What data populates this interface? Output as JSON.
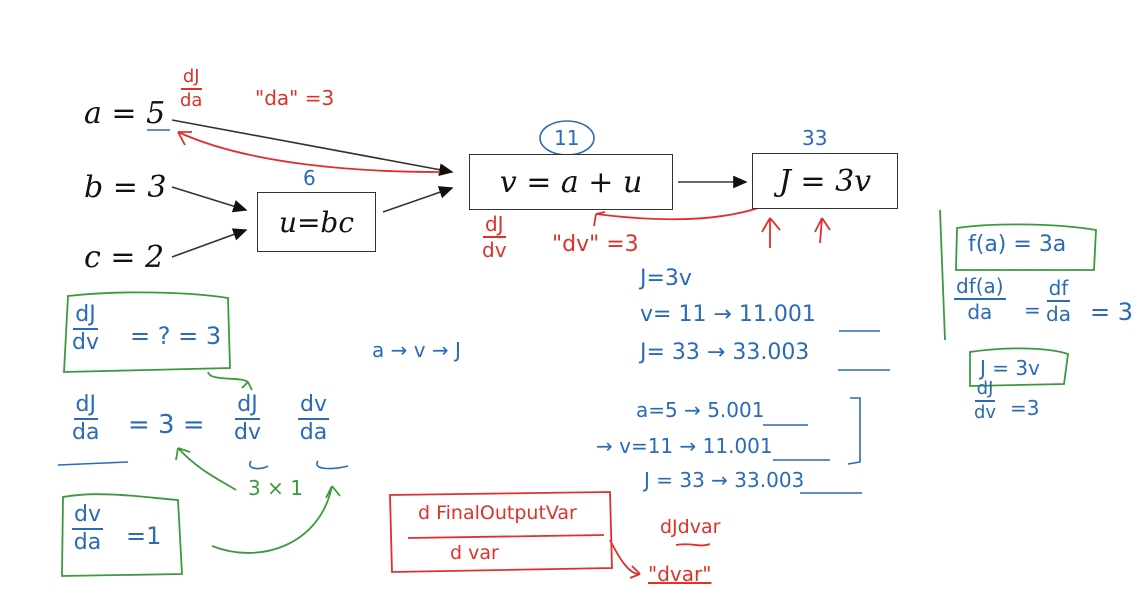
{
  "colors": {
    "ink_black": "#111111",
    "ink_blue": "#2a6ab8",
    "ink_red": "#e0302a",
    "ink_green": "#3c9a3c",
    "background": "#ffffff"
  },
  "graph": {
    "inputs": [
      {
        "name": "a",
        "label": "a = 5"
      },
      {
        "name": "b",
        "label": "b = 3"
      },
      {
        "name": "c",
        "label": "c = 2"
      }
    ],
    "nodes": {
      "u": {
        "formula": "u=bc",
        "value": "6"
      },
      "v": {
        "formula": "v = a + u",
        "value": "11"
      },
      "J": {
        "formula": "J = 3v",
        "value": "33"
      }
    }
  },
  "red_annotations": {
    "dJ_da_num": "dJ",
    "dJ_da_den": "da",
    "da_eq": "\"da\" =3",
    "dJ_dv_num": "dJ",
    "dJ_dv_den": "dv",
    "dv_eq": "\"dv\" =3",
    "final_num": "d FinalOutputVar",
    "final_den": "d var",
    "dJdvar": "dJdvar",
    "dvar_quoted": "\"dvar\""
  },
  "blue_notes": {
    "j_eq_3v": "J=3v",
    "v_line": "v= 11  → 11.001",
    "j_line": "J= 33  → 33.003",
    "chain": "a → v → J",
    "a_perturb": "a=5  → 5.001",
    "v_perturb": "→ v=11 → 11.001",
    "j_perturb": "J = 33 → 33.003"
  },
  "left_notes": {
    "dj_dv_num": "dJ",
    "dj_dv_den": "dv",
    "dj_dv_rest": "= ? = 3",
    "dj_da_num": "dJ",
    "dj_da_den": "da",
    "dj_da_mid": "= 3 =",
    "chain1_num": "dJ",
    "chain1_den": "dv",
    "chain2_num": "dv",
    "chain2_den": "da",
    "product": "3 × 1",
    "dv_da_num": "dv",
    "dv_da_den": "da",
    "dv_da_rest": "=1"
  },
  "right_notes": {
    "f_def": "f(a) = 3a",
    "df_num": "df(a)",
    "df_den": "da",
    "df2_num": "df",
    "df2_den": "da",
    "df_rest": "= 3",
    "j_def": "J = 3v",
    "djdv_num": "dJ",
    "djdv_den": "dv",
    "djdv_rest": "=3"
  }
}
